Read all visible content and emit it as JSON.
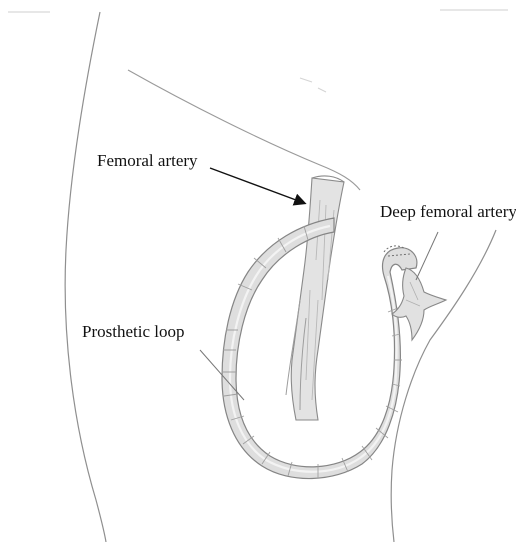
{
  "labels": {
    "femoral_artery": "Femoral artery",
    "deep_femoral_artery": "Deep femoral artery",
    "prosthetic_loop": "Prosthetic loop"
  },
  "colors": {
    "background": "#ffffff",
    "outline": "#8a8a8a",
    "vessel_fill": "#dcdcdc",
    "vessel_shade": "#b5b5b5",
    "text": "#111111"
  }
}
